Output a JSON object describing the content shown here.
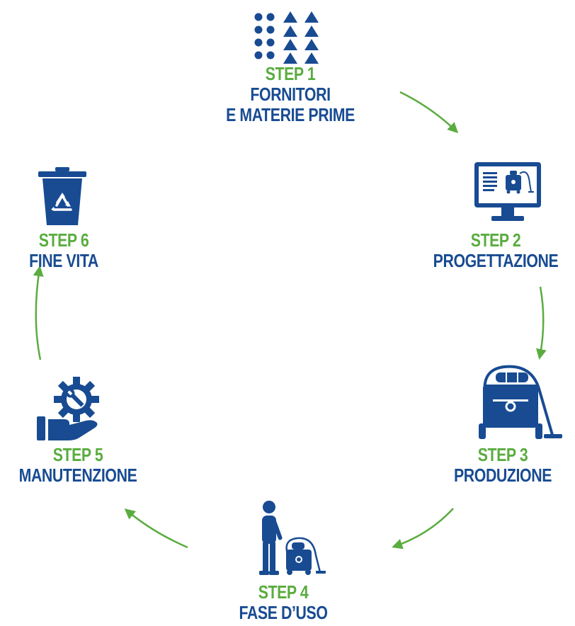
{
  "colors": {
    "green": "#5aac3f",
    "blue": "#184b92"
  },
  "steps": [
    {
      "num": "STEP 1",
      "name_lines": [
        "FORNITORI",
        "E MATERIE PRIME"
      ],
      "icon": "shapes-grid-icon"
    },
    {
      "num": "STEP 2",
      "name_lines": [
        "PROGETTAZIONE"
      ],
      "icon": "monitor-design-icon"
    },
    {
      "num": "STEP 3",
      "name_lines": [
        "PRODUZIONE"
      ],
      "icon": "vacuum-cleaner-icon"
    },
    {
      "num": "STEP 4",
      "name_lines": [
        "FASE D’USO"
      ],
      "icon": "person-with-vacuum-icon"
    },
    {
      "num": "STEP 5",
      "name_lines": [
        "MANUTENZIONE"
      ],
      "icon": "gear-wrench-hand-icon"
    },
    {
      "num": "STEP 6",
      "name_lines": [
        "FINE VITA"
      ],
      "icon": "recycle-bin-icon"
    }
  ]
}
